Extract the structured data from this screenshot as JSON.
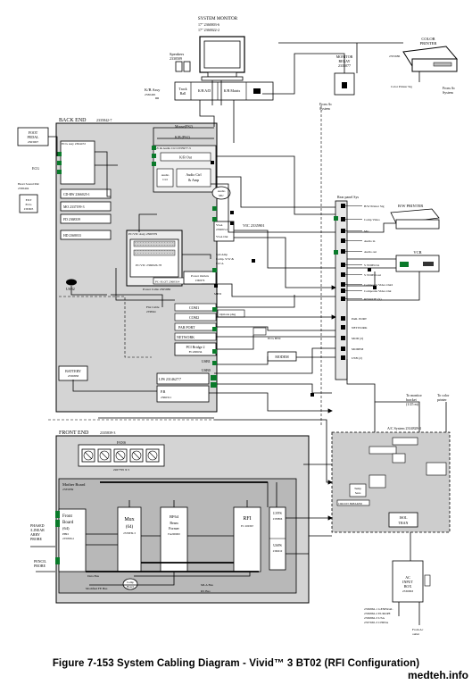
{
  "caption": "Figure 7-153   System Cabling Diagram - Vivid™ 3 BT02 (RFI Configuration)",
  "watermark": "medteh.info",
  "monitor": {
    "title": "SYSTEM MONITOR",
    "l1": "17\" 2360003-6",
    "l2": "17\" 2360022-2"
  },
  "speakers": {
    "t": "Speakers",
    "n": "2330509"
  },
  "monitor_relay": {
    "t": "MONITOR",
    "s": "RELAY",
    "n": "2335077"
  },
  "from_ac": "From Ac",
  "system": "System",
  "printer": {
    "t": "COLOR",
    "s": "PRINTER",
    "n": "2355686"
  },
  "color_printer_sig": "Color Printer Sig",
  "kb_assy": {
    "t": "K/B Assy",
    "n": "2330465"
  },
  "kb": {
    "trackball": "Track",
    "ball": "Ball",
    "ab": "K/B A/D",
    "matrix": "K/B Matrix"
  },
  "mouse_ps2": "Mouse(PS2)",
  "kb_ps2": "K/B (PS2)",
  "backend": {
    "t": "BACK END",
    "n": "2335842-7"
  },
  "foot_pedal": {
    "t": "FOOT",
    "s": "PEDAL",
    "n": "2363007"
  },
  "ecg_assy": "ECG assy 2364472",
  "ecg": "ECG",
  "heart_sound": {
    "t": "Heart Sound Mic",
    "n": "2338404"
  },
  "ext_ecg": {
    "t": "EXT",
    "s": "ECG",
    "n": "2363605"
  },
  "cd_rw": "CD-RW 2366025-1",
  "mo": "MO 2337199-3",
  "fd": "FD 2368339",
  "hd": "HD 2368033",
  "usb2": "USB2",
  "battery": {
    "t": "BATTERY",
    "n": "2336858"
  },
  "kb_audio": "K/b & Audio Ctrl 2335977-3",
  "kb_out": "K/B Out",
  "audio_ctrl": {
    "a": "Audio",
    "b": "Ctrl",
    "c": "Audio Ctrl",
    "d": "& Amp"
  },
  "audio_mic": {
    "a": "Audio",
    "b": "Mic"
  },
  "vga": {
    "a": "VGA",
    "b": "2336953-2",
    "c": "VGA Out"
  },
  "pc_vic_assy": "PC/VIC Assy 2360379",
  "pc_vic": "PC/VIC 2360026-78",
  "pc_slot": "PC-SLOT 2360314",
  "power_cable": "Power Cable 2365986",
  "mini": "MINI",
  "power_outlets": {
    "a": "Power Outlets",
    "b": "2360076"
  },
  "vic": "VIC 2335901",
  "sub_amp": {
    "a": "Sub Amp",
    "b": "Comp. S/W &",
    "c": "Ctrl A"
  },
  "flat_cable": {
    "a": "Flat Cable",
    "b": "2338944"
  },
  "com1": "COM1",
  "com2": "COM2",
  "options_plug": "Options plug",
  "par_port": "PAR PORT",
  "network": "NETWORK",
  "pci_bridge": {
    "a": "PCI Bridge 2",
    "b": "FC200634"
  },
  "usb1": "USB1",
  "usb0": "USB0",
  "lps": "LPS 2314627/7",
  "pr": {
    "a": "P.R",
    "b": "2366311"
  },
  "rear_panel": "Rear panel Sys",
  "bw_printer": "B/W PRINTER",
  "vcr": "VCR",
  "rear_labels": [
    "B/W Printer Sig",
    "Comp Video",
    "Mic",
    "Audio in",
    "Audio out",
    "S VIDEO in",
    "S VIDEO out",
    "Composite Video Out2",
    "Composite Video Out",
    "REMOTE (S)"
  ],
  "rear_labels2": [
    "PAR. PORT",
    "NETWORK",
    "MOD (2)",
    "MODEM",
    "USB (2)"
  ],
  "modem": "MODEM",
  "ecg_bnc": "ECG BNC",
  "to_monitor": {
    "a": "To monitor",
    "b": "bracket",
    "c": "(1/25 m)"
  },
  "to_color": {
    "a": "To color",
    "b": "printer"
  },
  "ac_system": "A/C System 2314828-4",
  "circuit_breaker": "CIRCUIT BREAKER",
  "temp": {
    "a": "Temp",
    "b": "Sens"
  },
  "isol_tran": {
    "a": "ISOL",
    "b": "TRAN"
  },
  "front_end": {
    "t": "FRONT END",
    "n": "2335839-3"
  },
  "fans": {
    "t": "FANS",
    "n": "2267795 X 5"
  },
  "mother_board": {
    "t": "Mother Board",
    "n": "2335839"
  },
  "front_board": {
    "a": "Front",
    "b": "Board",
    "c": "(64)",
    "d": "PBD",
    "e": "2335839-2"
  },
  "mux": {
    "a": "Mux",
    "b": "(64)",
    "c": "2335839-3"
  },
  "bf64": {
    "a": "BF64",
    "b": "Beam",
    "c": "Former",
    "d": "FA200000"
  },
  "rfi": {
    "a": "RFI",
    "b": "FC 200367"
  },
  "lvps": {
    "a": "LVPS",
    "b": "2338866"
  },
  "usps": {
    "a": "USPS",
    "b": "2366010"
  },
  "probes": {
    "phased": "PHASED",
    "array": "/LINEAR",
    "arry": "ARRY",
    "probe": "PROBE",
    "pencil": "PENCIL",
    "probe2": "PROBE"
  },
  "buses": {
    "data_bus": "Data Bus",
    "ms_bus": "MLA Bus",
    "rs_bus": "RS Bus",
    "mod_bus": "Modified FE Bus"
  },
  "comp_board": {
    "a": "Comp",
    "b": "Board"
  },
  "ac_input": {
    "a": "AC",
    "b": "INPUT",
    "c": "BOX",
    "d": "2336863"
  },
  "ac_cables": {
    "a": "2336862-1 GENERAL",
    "b": "2336862-2 EUROPE",
    "c": "2336862-3 USA",
    "d": "2337665-3 CHINA"
  },
  "from_ac_outlet": {
    "a": "From Ac",
    "b": "outlet"
  }
}
